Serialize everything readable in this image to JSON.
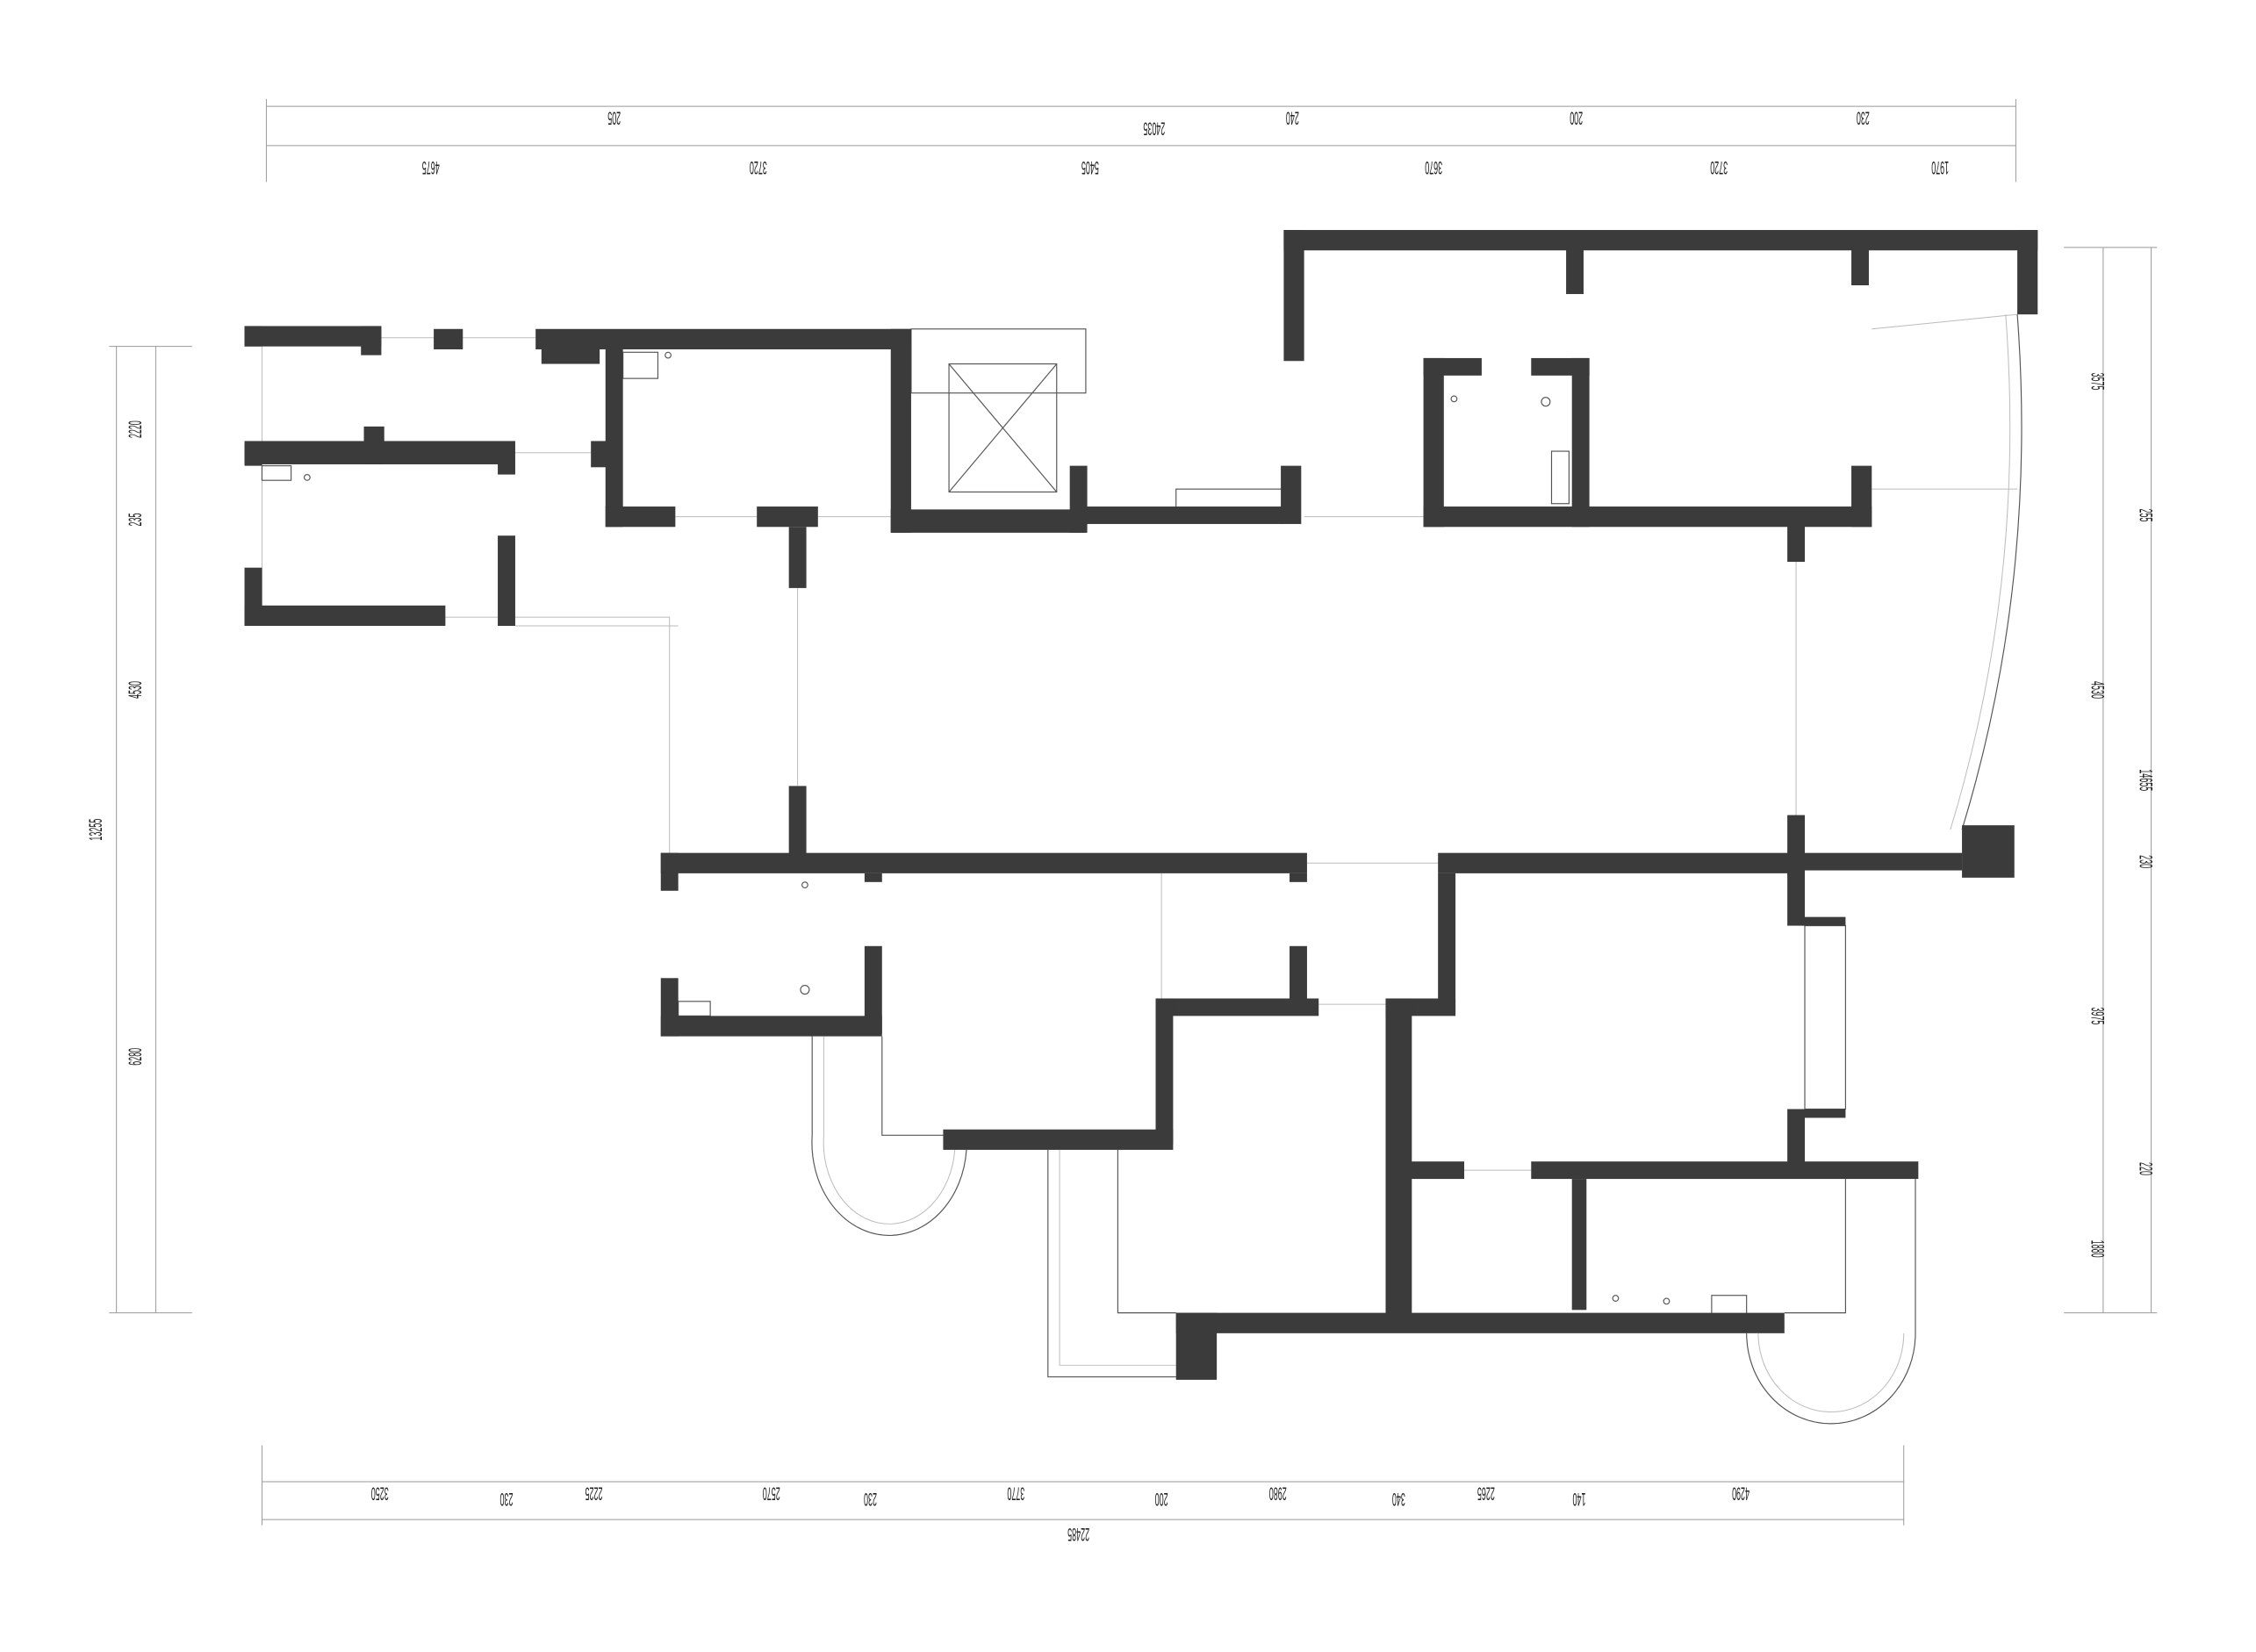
{
  "plan": {
    "top_overall": [
      "205",
      "24035",
      "240",
      "200",
      "230"
    ],
    "top_segments": [
      "4675",
      "3720",
      "5405",
      "3670",
      "3720",
      "1970"
    ],
    "left": [
      "2220",
      "235",
      "4530",
      "6280",
      "13255"
    ],
    "right": [
      "3575",
      "255",
      "4530",
      "14655",
      "230",
      "3975",
      "220",
      "1880"
    ],
    "bottom_segments": [
      "3250",
      "230",
      "2225",
      "2570",
      "230",
      "3770",
      "200",
      "2980",
      "340",
      "2265",
      "140",
      "4290"
    ],
    "bottom_overall": "22485",
    "wall_color": "#3b3b3b"
  }
}
